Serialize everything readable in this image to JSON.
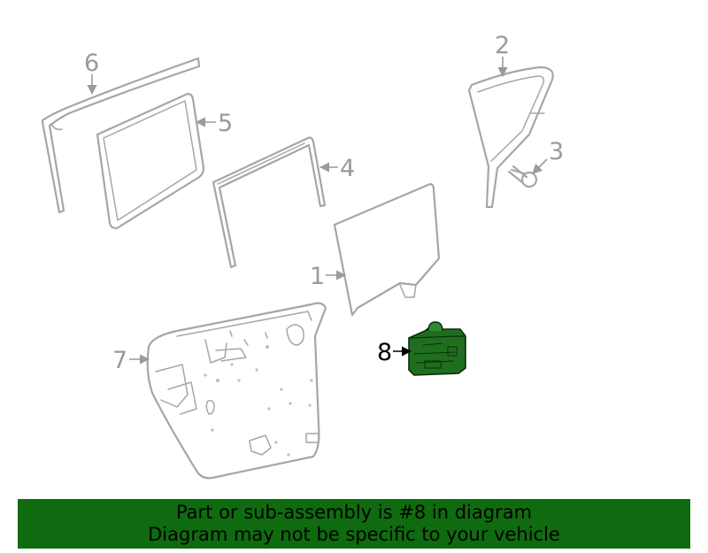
{
  "diagram": {
    "callouts": [
      {
        "id": "1",
        "label": "1"
      },
      {
        "id": "2",
        "label": "2"
      },
      {
        "id": "3",
        "label": "3"
      },
      {
        "id": "4",
        "label": "4"
      },
      {
        "id": "5",
        "label": "5"
      },
      {
        "id": "6",
        "label": "6"
      },
      {
        "id": "7",
        "label": "7"
      },
      {
        "id": "8",
        "label": "8"
      }
    ],
    "highlighted_part": "8",
    "colors": {
      "part_stroke": "#a6a6a6",
      "callout_text": "#9a9a9a",
      "highlight_fill": "#1f6e1f",
      "banner_bg": "#0f6b0f"
    }
  },
  "banner": {
    "line1": "Part or sub-assembly is #8 in diagram",
    "line2": "Diagram may not be specific to your vehicle"
  }
}
